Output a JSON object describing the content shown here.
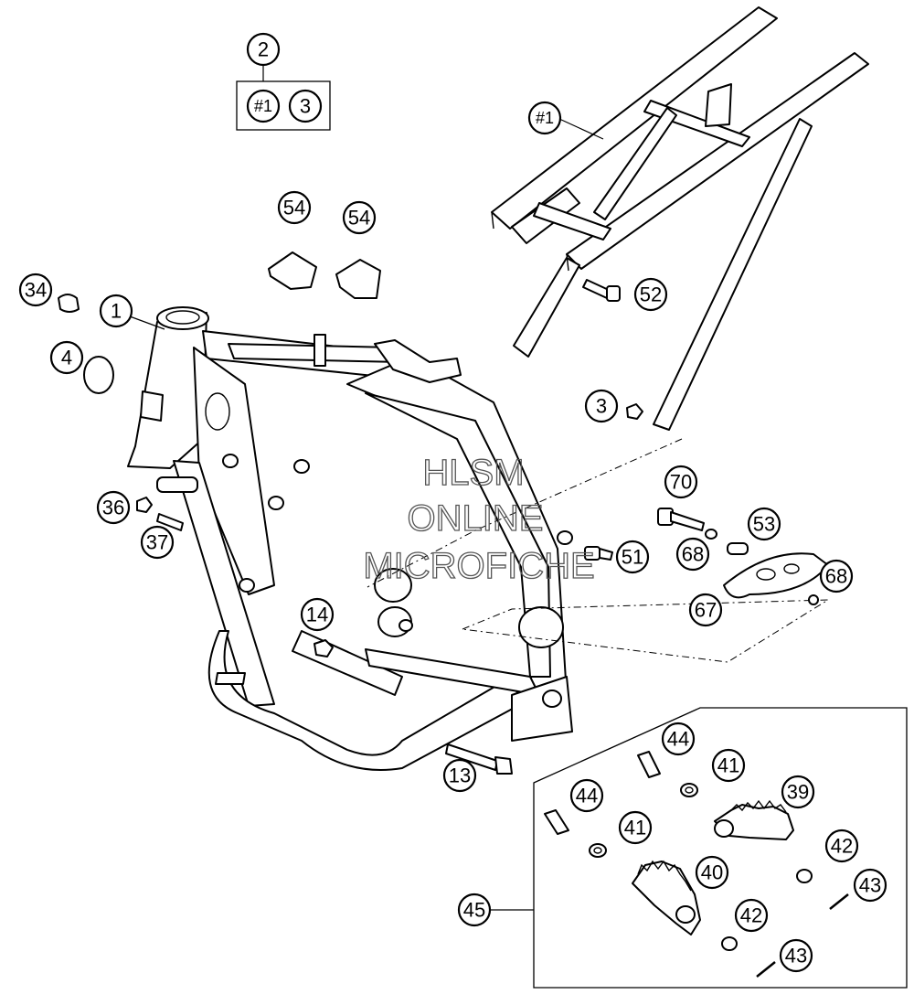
{
  "group_box": {
    "top": "2",
    "items": [
      "#1",
      "3"
    ]
  },
  "watermark": {
    "line1": "HLSM",
    "line2": "ONLINE",
    "line3": "MICROFICHE"
  },
  "callouts": {
    "sub_frame": "#1",
    "c52": "52",
    "c3": "3",
    "c70": "70",
    "c53": "53",
    "c51": "51",
    "c68a": "68",
    "c68b": "68",
    "c67": "67",
    "c54a": "54",
    "c54b": "54",
    "c34": "34",
    "c1": "1",
    "c4": "4",
    "c36": "36",
    "c37": "37",
    "c14": "14",
    "c13": "13",
    "c44a": "44",
    "c44b": "44",
    "c41a": "41",
    "c41b": "41",
    "c39": "39",
    "c40": "40",
    "c42a": "42",
    "c42b": "42",
    "c43a": "43",
    "c43b": "43",
    "c45": "45"
  }
}
